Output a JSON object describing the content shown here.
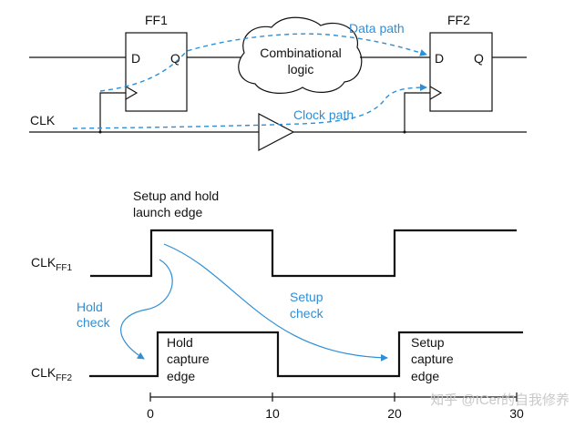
{
  "circuit": {
    "ff1": {
      "title": "FF1",
      "d": "D",
      "q": "Q"
    },
    "ff2": {
      "title": "FF2",
      "d": "D",
      "q": "Q"
    },
    "logic_line1": "Combinational",
    "logic_line2": "logic",
    "data_path": "Data path",
    "clock_path": "Clock path",
    "clk": "CLK"
  },
  "timing": {
    "launch_line1": "Setup and hold",
    "launch_line2": "launch edge",
    "clk_ff1_main": "CLK",
    "clk_ff1_sub": "FF1",
    "clk_ff2_main": "CLK",
    "clk_ff2_sub": "FF2",
    "hold_check_1": "Hold",
    "hold_check_2": "check",
    "setup_check_1": "Setup",
    "setup_check_2": "check",
    "hold_capture_1": "Hold",
    "hold_capture_2": "capture",
    "hold_capture_3": "edge",
    "setup_capture_1": "Setup",
    "setup_capture_2": "capture",
    "setup_capture_3": "edge",
    "ticks": [
      "0",
      "10",
      "20",
      "30"
    ]
  },
  "watermark": "知乎 @ICer的自我修养"
}
